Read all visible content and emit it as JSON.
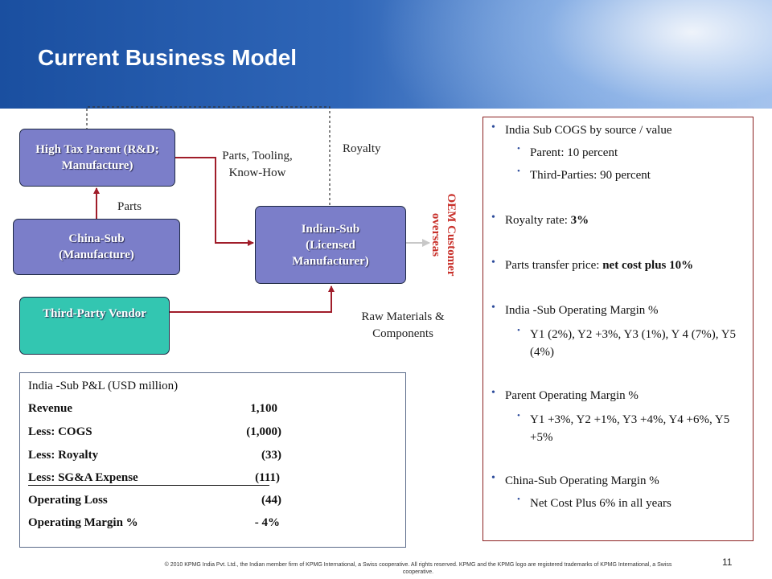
{
  "header": {
    "title": "Current Business Model"
  },
  "diagram": {
    "parent_box": "High Tax Parent (R&D; Manufacture)",
    "china_box": "China-Sub (Manufacture)",
    "vendor_box": "Third-Party Vendor",
    "indian_box": "Indian-Sub (Licensed Manufacturer)",
    "label_parts": "Parts",
    "label_parts_tooling": "Parts, Tooling, Know-How",
    "label_royalty": "Royalty",
    "label_raw": "Raw Materials & Components",
    "label_oem": "OEM Customer overseas"
  },
  "pl": {
    "title": "India -Sub P&L (USD million)",
    "rows": [
      {
        "label": "Revenue",
        "value": "1,100"
      },
      {
        "label": "Less: COGS",
        "value": "(1,000)"
      },
      {
        "label": "Less: Royalty",
        "value": "(33)"
      },
      {
        "label": "Less: SG&A Expense",
        "value": "(111)"
      },
      {
        "label": "Operating Loss",
        "value": "(44)"
      },
      {
        "label": "Operating Margin %",
        "value": "- 4%"
      }
    ]
  },
  "right_panel": {
    "b1": "India Sub COGS by source / value",
    "b1_1": "Parent: 10 percent",
    "b1_2": "Third-Parties: 90 percent",
    "b2_label": "Royalty rate: ",
    "b2_value": "3%",
    "b3_label": "Parts transfer price: ",
    "b3_value": "net cost plus 10%",
    "b4": "India -Sub Operating Margin %",
    "b4_1": "Y1 (2%), Y2 +3%, Y3 (1%), Y 4 (7%), Y5  (4%)",
    "b5": "Parent Operating Margin %",
    "b5_1": "Y1 +3%, Y2  +1%, Y3  +4%, Y4 +6%, Y5 +5%",
    "b6": "China-Sub Operating Margin %",
    "b6_1": "Net Cost Plus 6% in all years"
  },
  "footer": {
    "text": "© 2010 KPMG India Pvt. Ltd., the Indian member firm of KPMG International,  a Swiss cooperative. All rights reserved. KPMG and the KPMG logo are registered trademarks of KPMG International,  a Swiss cooperative.",
    "page_number": "11"
  },
  "colors": {
    "box_purple": "#7b7ec9",
    "box_teal": "#33c6b1",
    "arrow_red": "#a01d2a",
    "oem_text": "#c8302a"
  }
}
